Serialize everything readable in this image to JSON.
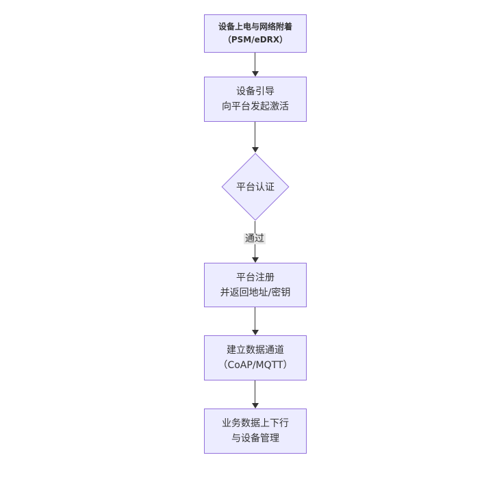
{
  "diagram": {
    "type": "flowchart",
    "direction": "top-down",
    "colors": {
      "background": "#ffffff",
      "node_fill": "#ECECFF",
      "node_border": "#9370DB",
      "edge_color": "#333333",
      "text_color": "#333333",
      "edge_label_bg": "#e8e8e8"
    },
    "nodes": [
      {
        "id": "power-attach",
        "shape": "rect",
        "lines": [
          "设备上电与网络附着",
          "（PSM/eDRX）"
        ]
      },
      {
        "id": "bootstrap",
        "shape": "rect",
        "lines": [
          "设备引导",
          "向平台发起激活"
        ]
      },
      {
        "id": "auth-decision",
        "shape": "diamond",
        "lines": [
          "平台认证"
        ]
      },
      {
        "id": "register",
        "shape": "rect",
        "lines": [
          "平台注册",
          "并返回地址/密钥"
        ]
      },
      {
        "id": "data-channel",
        "shape": "rect",
        "lines": [
          "建立数据通道",
          "（CoAP/MQTT）"
        ]
      },
      {
        "id": "business",
        "shape": "rect",
        "lines": [
          "业务数据上下行",
          "与设备管理"
        ]
      }
    ],
    "edges": [
      {
        "from": "power-attach",
        "to": "bootstrap",
        "label": ""
      },
      {
        "from": "bootstrap",
        "to": "auth-decision",
        "label": ""
      },
      {
        "from": "auth-decision",
        "to": "register",
        "label": "通过"
      },
      {
        "from": "register",
        "to": "data-channel",
        "label": ""
      },
      {
        "from": "data-channel",
        "to": "business",
        "label": ""
      }
    ]
  }
}
